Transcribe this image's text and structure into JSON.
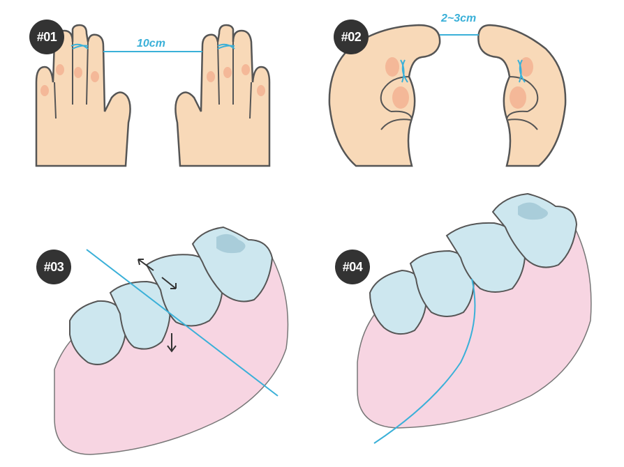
{
  "steps": [
    {
      "label": "#01",
      "measurement": "10cm"
    },
    {
      "label": "#02",
      "measurement": "2~3cm"
    },
    {
      "label": "#03"
    },
    {
      "label": "#04"
    }
  ],
  "colors": {
    "skin": "#f8d9b8",
    "skin_shade": "#f4b898",
    "outline": "#555555",
    "floss": "#3ab0d8",
    "tooth": "#cde7ef",
    "gum": "#f7d5e2",
    "badge": "#333333"
  },
  "icons": [
    "hand-illustration",
    "floss-line",
    "tooth-illustration",
    "gum-illustration",
    "arrow-icon"
  ]
}
